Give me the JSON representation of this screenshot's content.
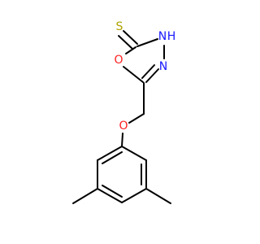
{
  "molecule": {
    "atoms": [
      {
        "id": "S",
        "label": "S",
        "color": "#b0a200"
      },
      {
        "id": "NH",
        "label": "N",
        "color": "#1a1aff"
      },
      {
        "id": "H",
        "label": "H",
        "color": "#1a1aff"
      },
      {
        "id": "N",
        "label": "N",
        "color": "#1a1aff"
      },
      {
        "id": "O1",
        "label": "O",
        "color": "#ff2020"
      },
      {
        "id": "O2",
        "label": "O",
        "color": "#ff2020"
      }
    ],
    "bond_color": "#000000"
  }
}
